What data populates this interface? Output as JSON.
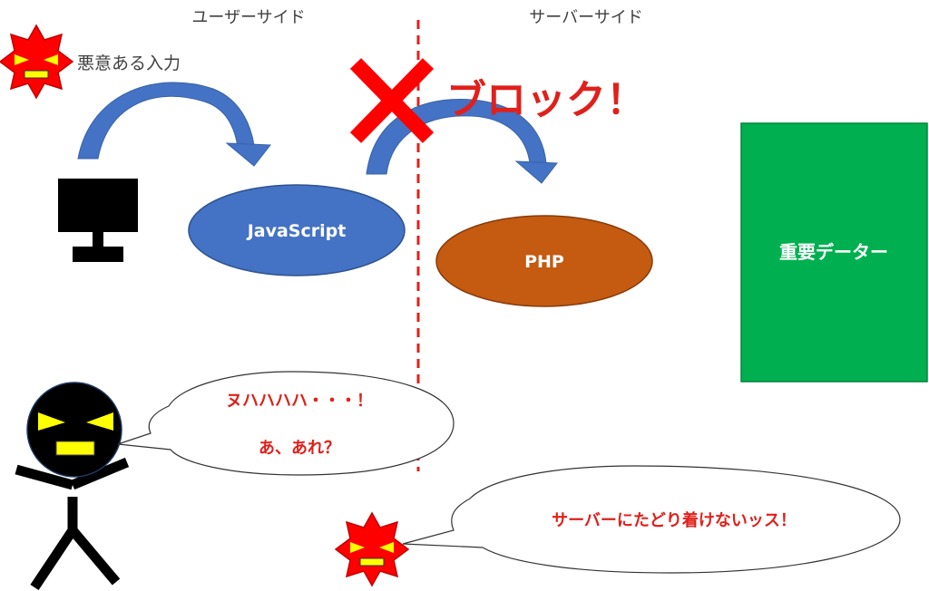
{
  "headers": {
    "user_side": "ユーザーサイド",
    "server_side": "サーバーサイド"
  },
  "malicious_input": "悪意ある入力",
  "block": "ブロック！",
  "nodes": {
    "javascript": "JavaScript",
    "php": "PHP",
    "important_data": "重要データー"
  },
  "speech": {
    "hacker_line1": "ヌハハハハ・・・！",
    "hacker_line2": "あ、あれ？",
    "minion": "サーバーにたどり着けないッス！"
  },
  "colors": {
    "accent_red": "#e0201b",
    "arrow_blue": "#4472c4",
    "js_blue": "#4472c4",
    "php_orange": "#c55a11",
    "data_green": "#00b050",
    "burst_red": "#ff0000",
    "eye_yellow": "#ffff00"
  },
  "icons": {
    "block_mark": "red-x-icon",
    "terminal": "monitor-icon",
    "villain": "angry-burst-icon"
  }
}
